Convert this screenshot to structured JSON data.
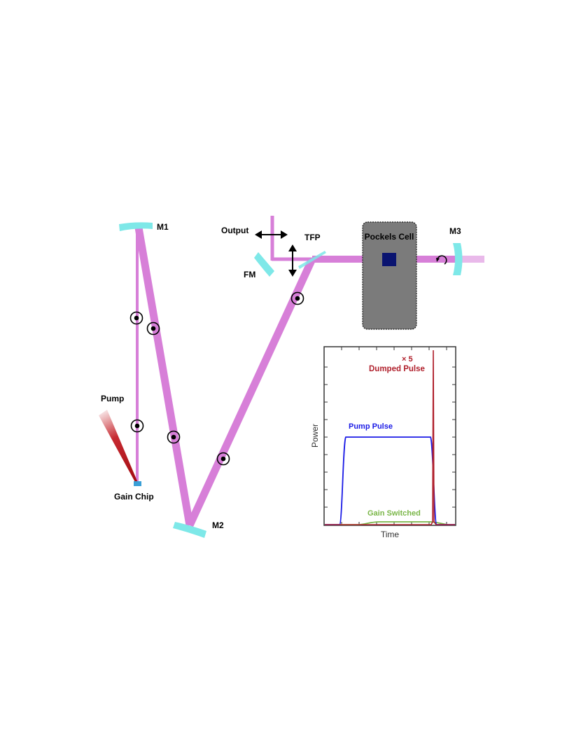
{
  "labels": {
    "m1": "M1",
    "m2": "M2",
    "m3": "M3",
    "output": "Output",
    "tfp": "TFP",
    "fm": "FM",
    "pockels_cell": "Pockels Cell",
    "pump": "Pump",
    "gain_chip": "Gain Chip"
  },
  "inset": {
    "ylabel": "Power",
    "xlabel": "Time",
    "pump_pulse": "Pump Pulse",
    "gain_switched": "Gain Switched",
    "dumped_pulse": "Dumped Pulse",
    "multiplier": "× 5"
  },
  "colors": {
    "beam": "#d77fd8",
    "mirror": "#7ee8e8",
    "pump_beam": "#c0121a",
    "gain_chip": "#3a9fd6",
    "pockels_body": "#7b7b7b",
    "crystal": "#0a1470",
    "pump_pulse": "#1a1ae6",
    "gain_switched": "#7ab648",
    "dumped_pulse": "#b0202c"
  }
}
